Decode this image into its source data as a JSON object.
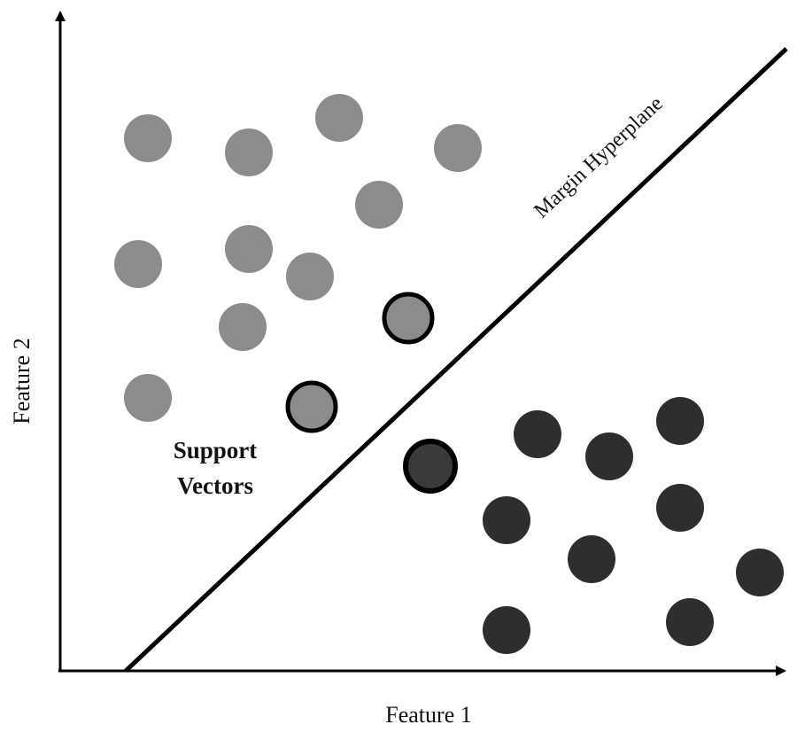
{
  "labels": {
    "x_axis": "Feature 1",
    "y_axis": "Feature 2",
    "hyperplane": "Margin Hyperplane",
    "support_vectors_line1": "Support",
    "support_vectors_line2": "Vectors"
  },
  "colors": {
    "class_a": "#8c8c8c",
    "class_b": "#2e2e2e",
    "class_b_support": "#3a3a3a",
    "outline": "#000000",
    "axis": "#000000"
  },
  "class_a_points": [
    {
      "id": "a1"
    },
    {
      "id": "a2"
    },
    {
      "id": "a3"
    },
    {
      "id": "a4"
    },
    {
      "id": "a5"
    },
    {
      "id": "a6"
    },
    {
      "id": "a7"
    },
    {
      "id": "a8"
    },
    {
      "id": "a9"
    },
    {
      "id": "a10"
    }
  ],
  "class_b_points": [
    {
      "id": "b1"
    },
    {
      "id": "b2"
    },
    {
      "id": "b3"
    },
    {
      "id": "b4"
    },
    {
      "id": "b5"
    },
    {
      "id": "b6"
    },
    {
      "id": "b7"
    },
    {
      "id": "b8"
    },
    {
      "id": "b9"
    }
  ],
  "support_vectors": [
    {
      "id": "sv1",
      "class": "class_a"
    },
    {
      "id": "sv2",
      "class": "class_a"
    },
    {
      "id": "sv3",
      "class": "class_b"
    }
  ]
}
